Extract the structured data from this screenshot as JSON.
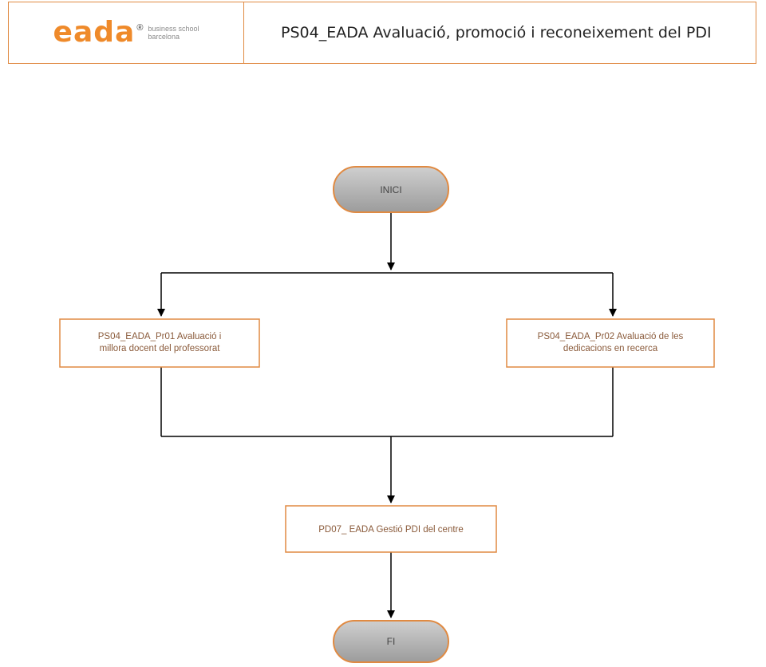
{
  "header": {
    "logo_word": "eada",
    "logo_registered": "®",
    "logo_line1": "business school",
    "logo_line2": "barcelona",
    "title": "PS04_EADA Avaluació, promoció i reconeixement del PDI"
  },
  "flow": {
    "start": "INICI",
    "process_left": [
      "PS04_EADA_Pr01 Avaluació i",
      "millora docent del professorat"
    ],
    "process_right": [
      "PS04_EADA_Pr02 Avaluació de les",
      "dedicacions en recerca"
    ],
    "process_center": "PD07_ EADA Gestió PDI del centre",
    "end": "FI"
  },
  "colors": {
    "accent": "#e08a42",
    "terminal_fill": "#b3b3b3",
    "process_text": "#8a5a3a",
    "connector": "#000000"
  }
}
